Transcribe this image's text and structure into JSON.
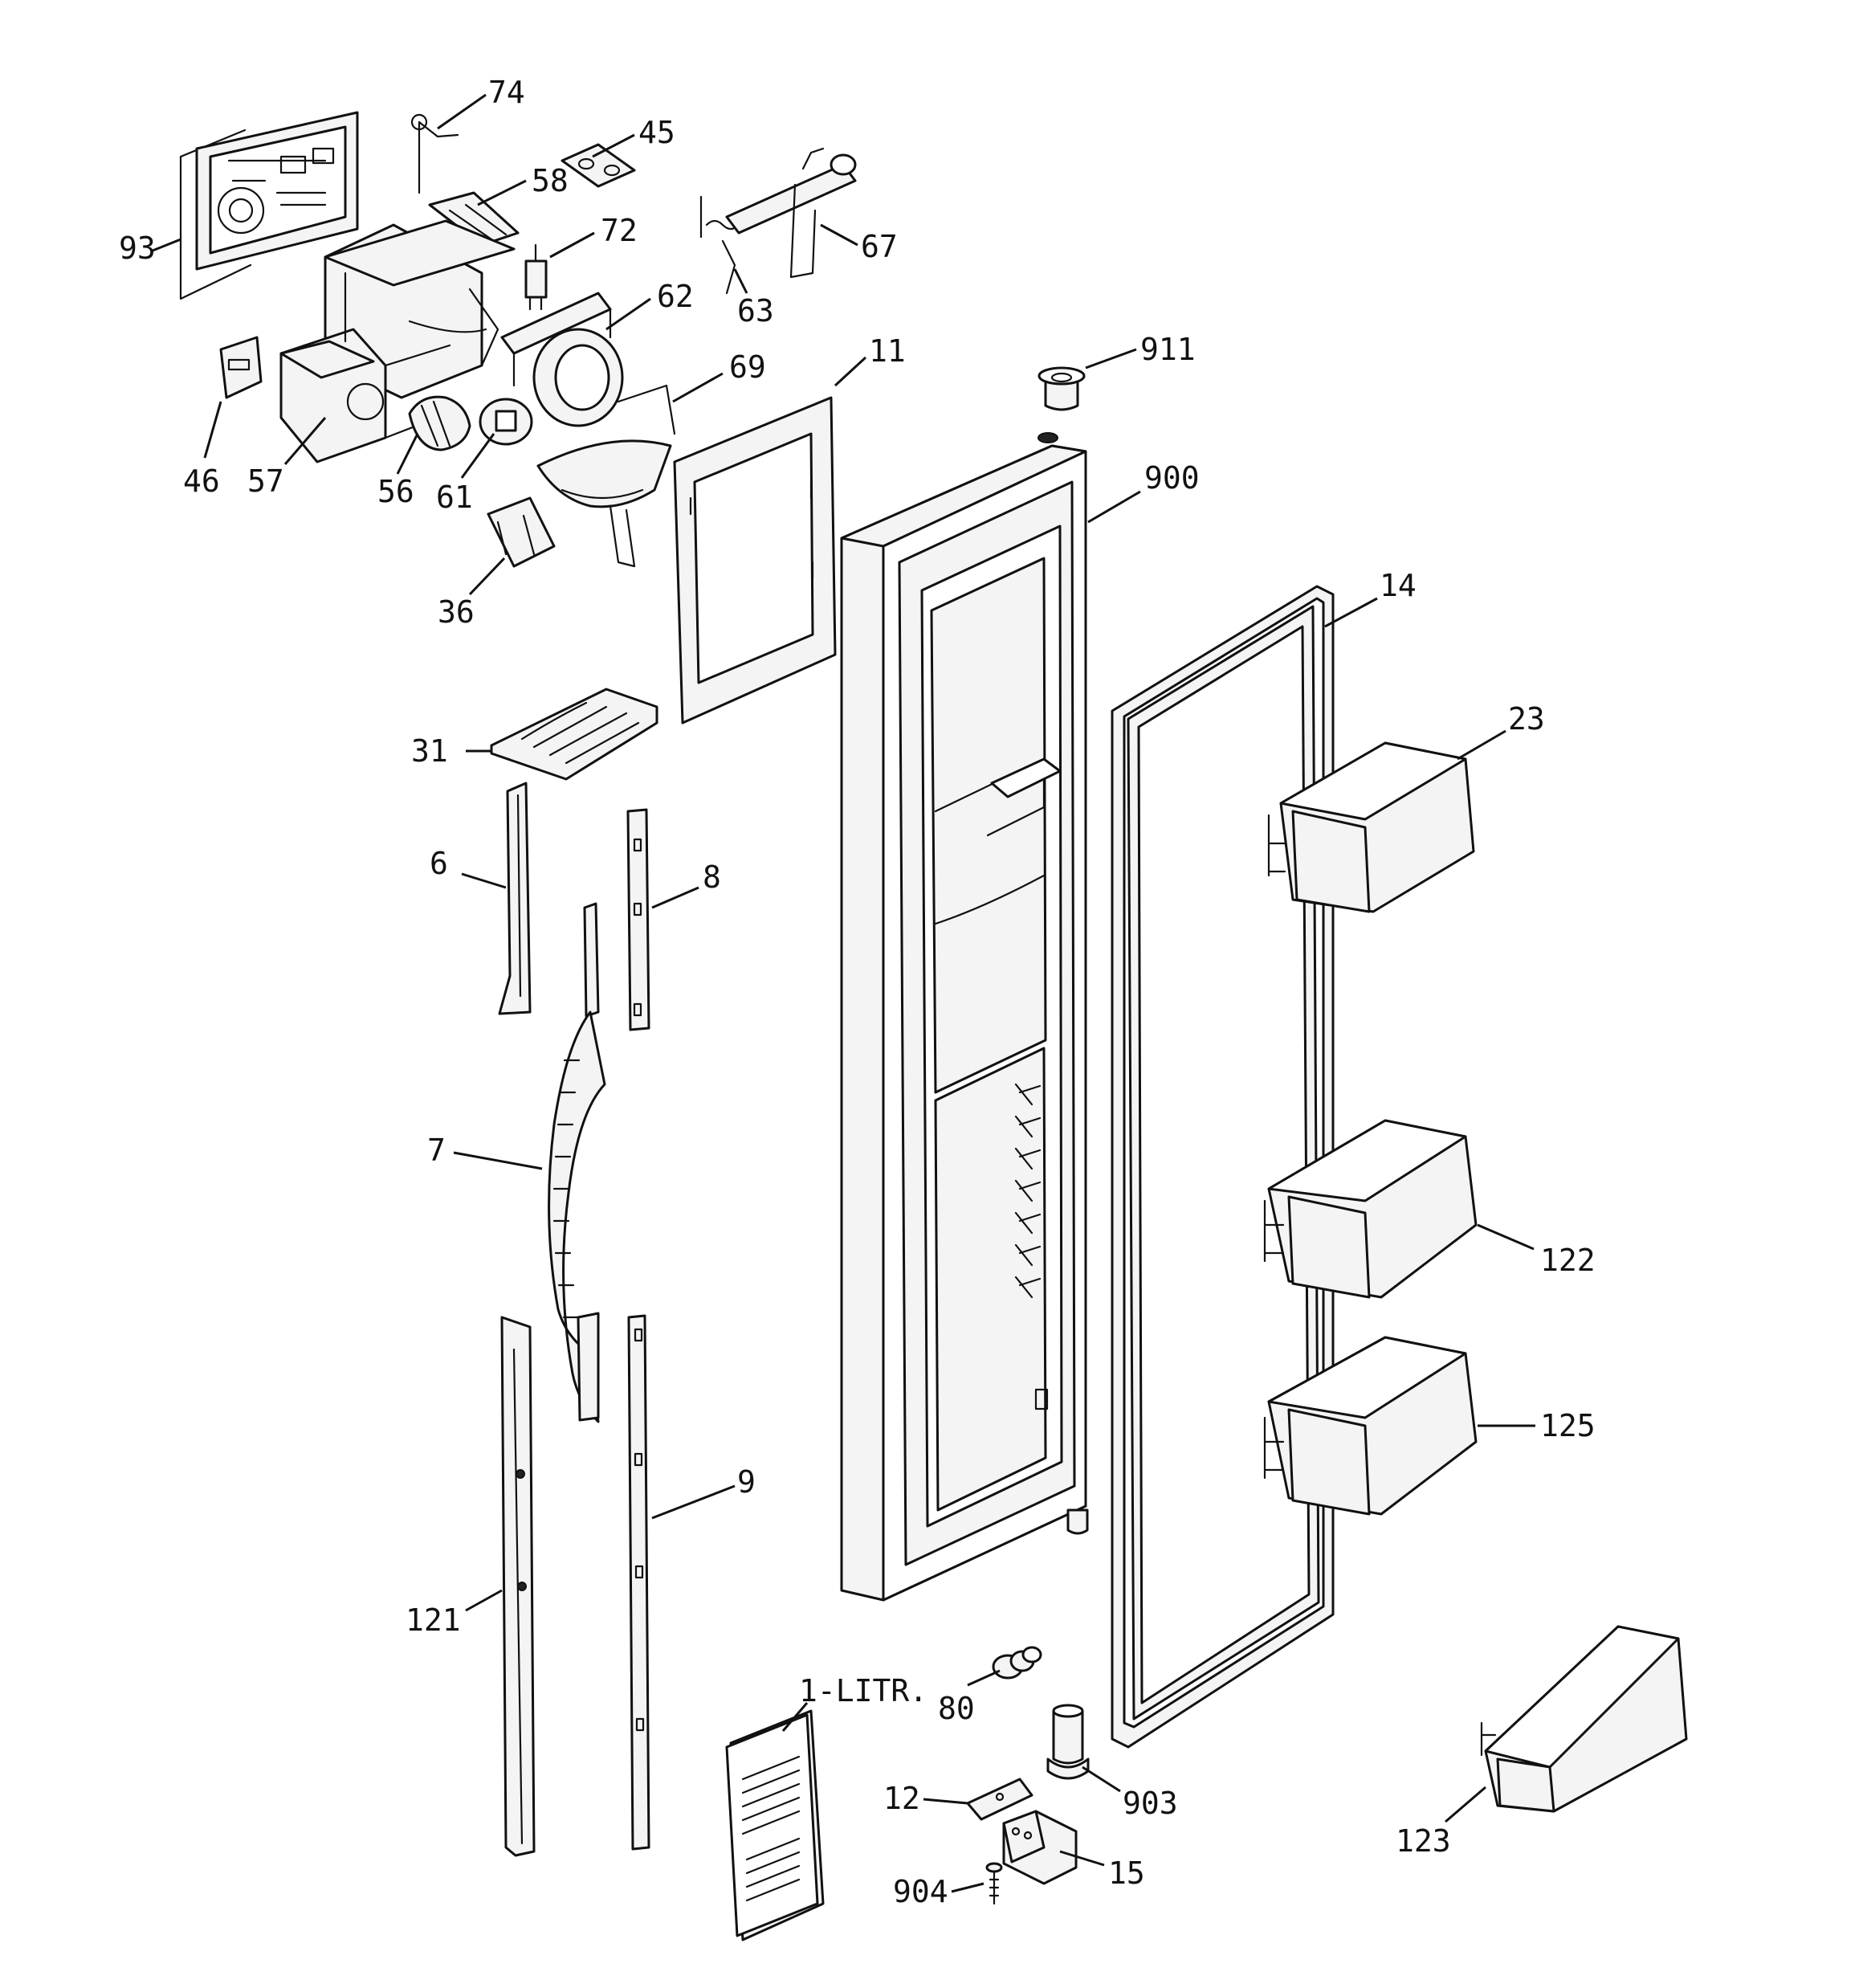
{
  "callouts": {
    "p74": "74",
    "p45": "45",
    "p58": "58",
    "p93": "93",
    "p72": "72",
    "p67": "67",
    "p63": "63",
    "p62": "62",
    "p11": "11",
    "p911": "911",
    "p69": "69",
    "p46": "46",
    "p57": "57",
    "p56": "56",
    "p61": "61",
    "p900": "900",
    "p36": "36",
    "p14": "14",
    "p23": "23",
    "p31": "31",
    "p6": "6",
    "p8": "8",
    "p7": "7",
    "p122": "122",
    "p125": "125",
    "p9": "9",
    "p121": "121",
    "p1litr": "1-LITR.",
    "p80": "80",
    "p12": "12",
    "p903": "903",
    "p123": "123",
    "p904": "904",
    "p15": "15"
  }
}
